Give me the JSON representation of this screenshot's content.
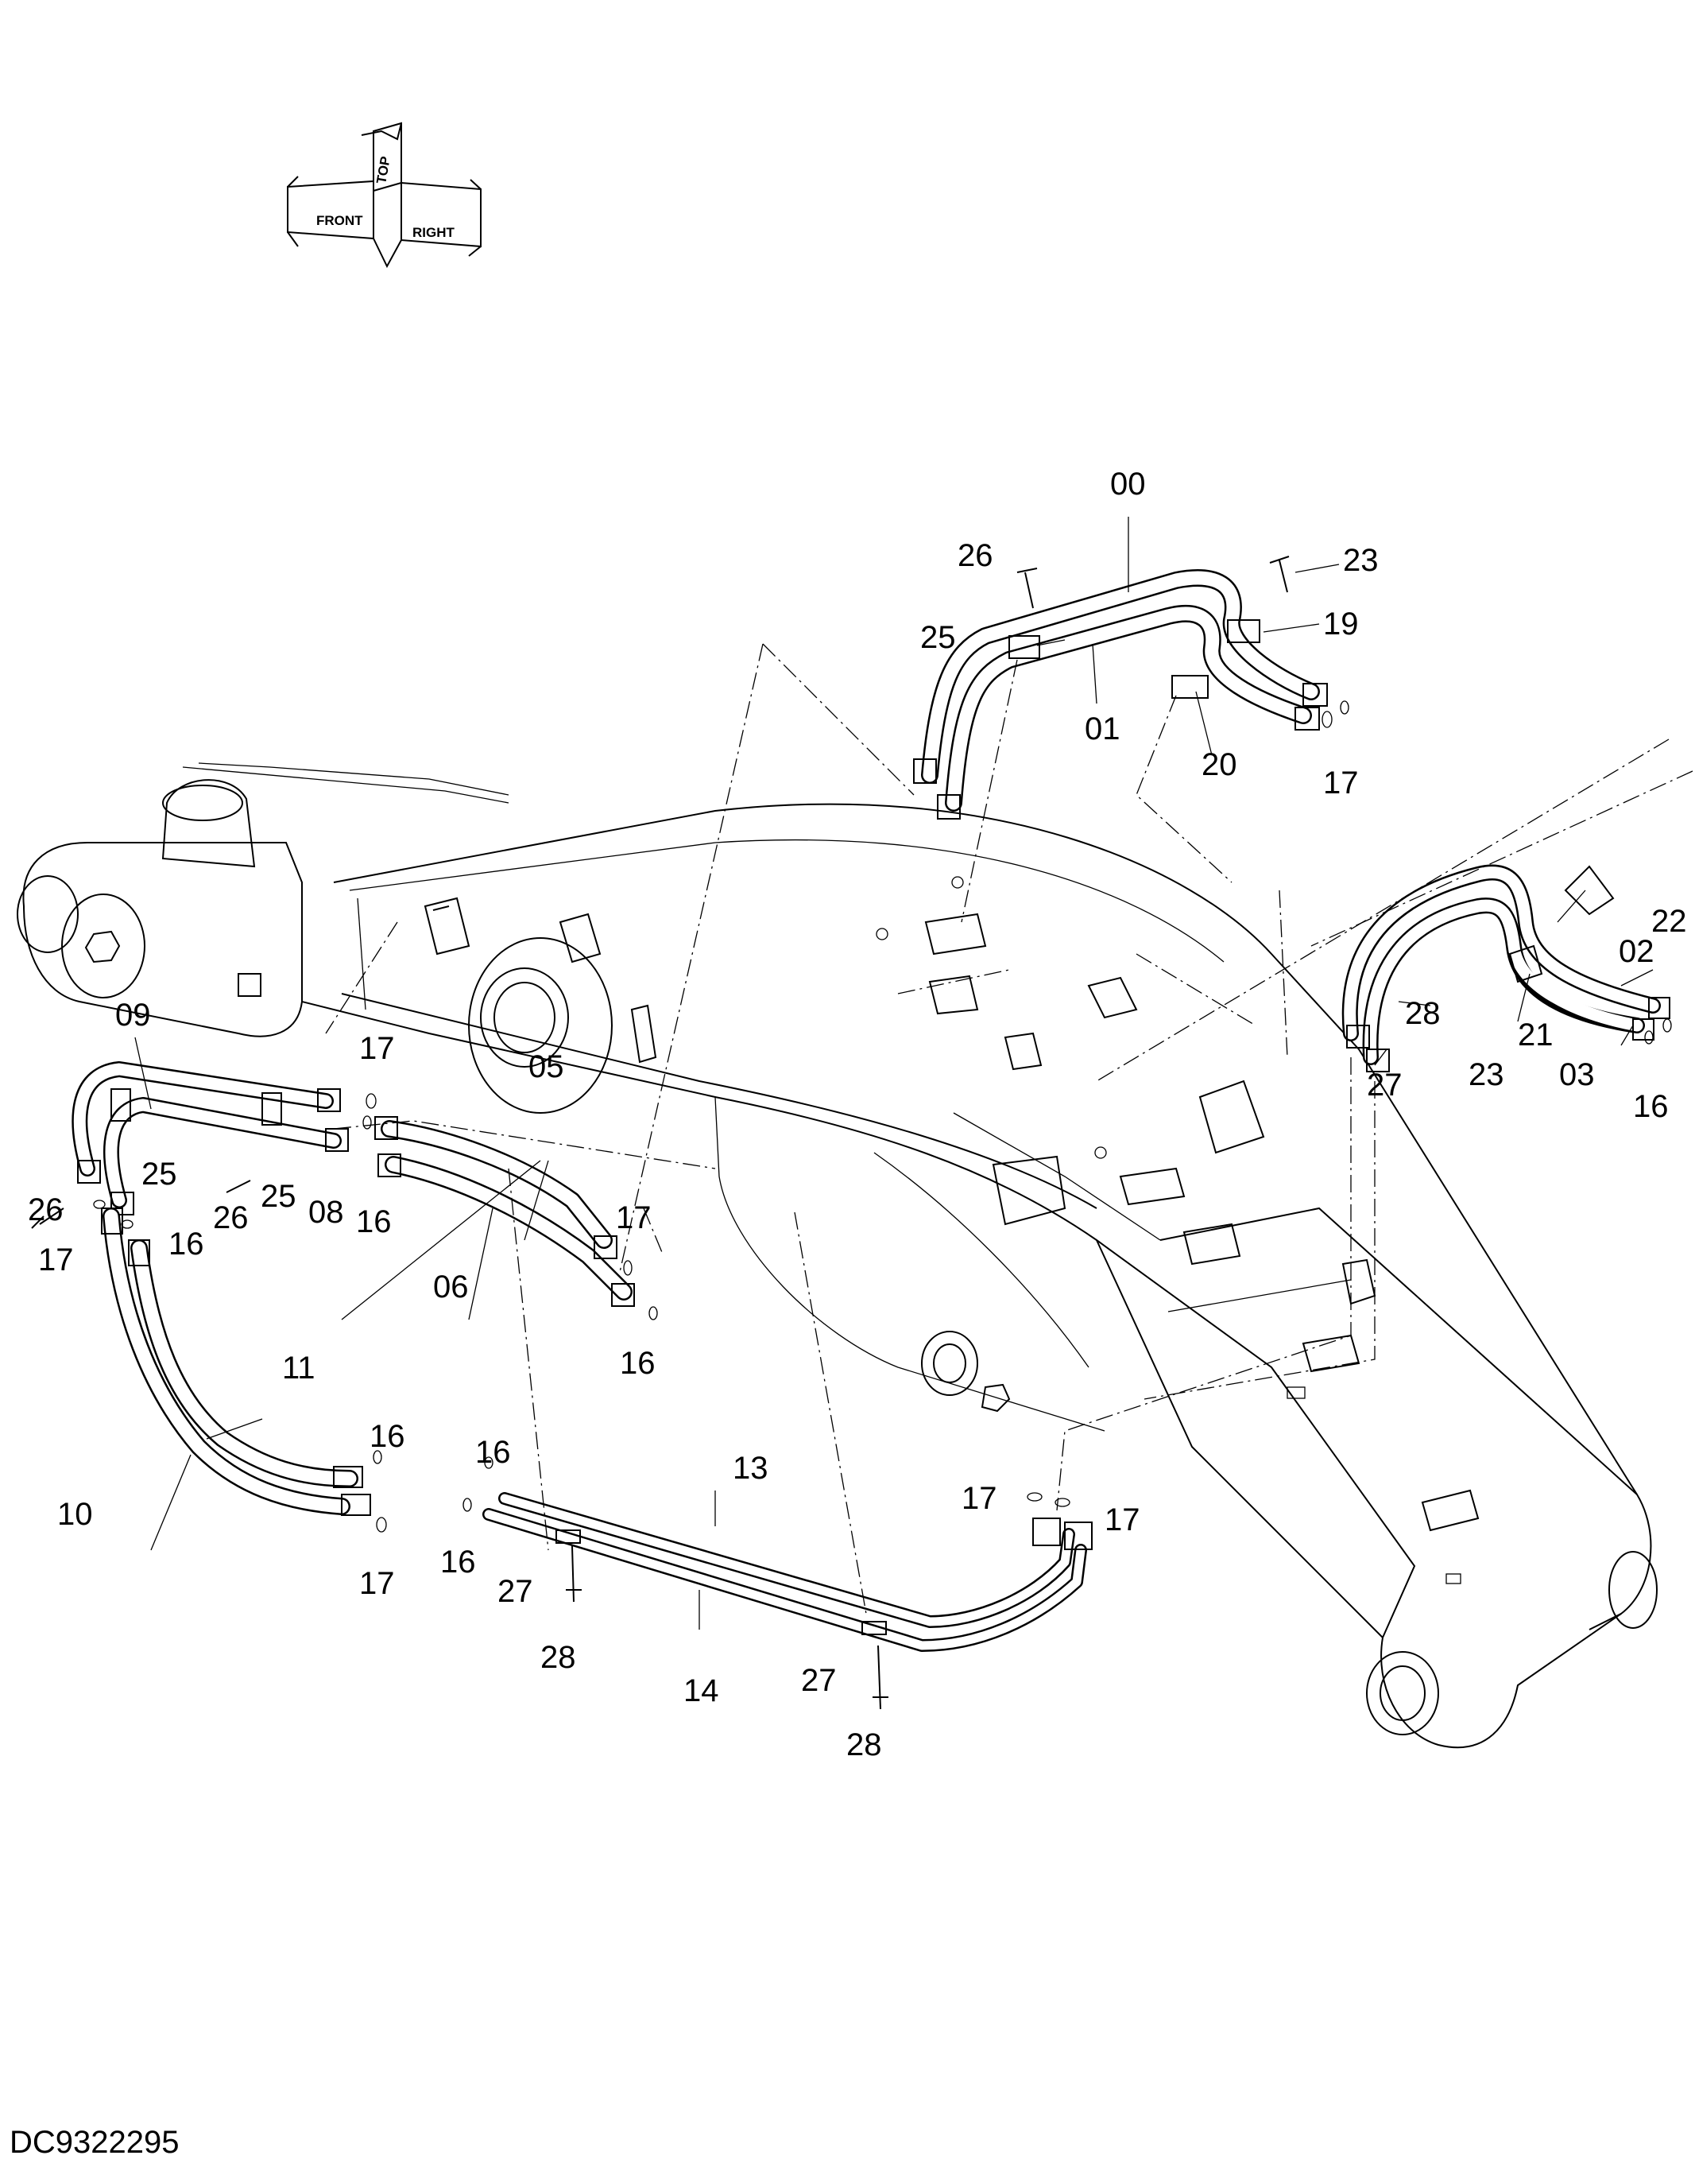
{
  "diagram": {
    "drawing_code": "DC9322295",
    "orientation": {
      "top": "TOP",
      "front": "FRONT",
      "right": "RIGHT"
    },
    "callouts": [
      "00",
      "01",
      "02",
      "03",
      "05",
      "06",
      "08",
      "09",
      "10",
      "11",
      "13",
      "14",
      "16",
      "17",
      "19",
      "20",
      "21",
      "22",
      "23",
      "25",
      "26",
      "27",
      "28"
    ]
  }
}
